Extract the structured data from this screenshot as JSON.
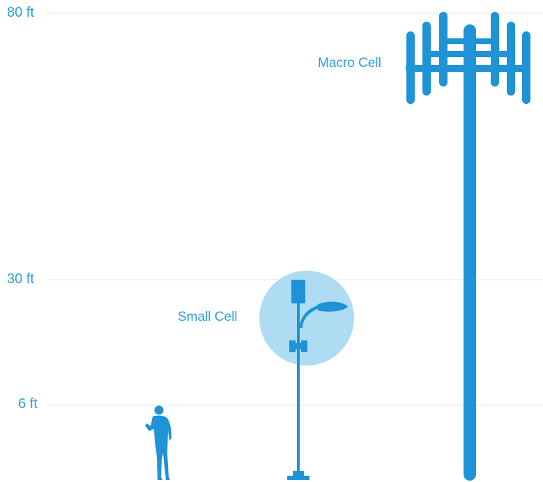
{
  "height_levels": [
    {
      "label": "80 ft",
      "value_ft": 80
    },
    {
      "label": "30 ft",
      "value_ft": 30
    },
    {
      "label": "6 ft",
      "value_ft": 6
    }
  ],
  "structures": {
    "person": {
      "name": "person",
      "height_ft": 6
    },
    "small_cell": {
      "label": "Small Cell"
    },
    "macro_cell": {
      "label": "Macro Cell"
    }
  },
  "colors": {
    "primary": "#1e93d6",
    "label": "#2c9fdb",
    "highlight": "#aedcf3",
    "gridline": "#e6e6e6",
    "background": "#ffffff"
  }
}
